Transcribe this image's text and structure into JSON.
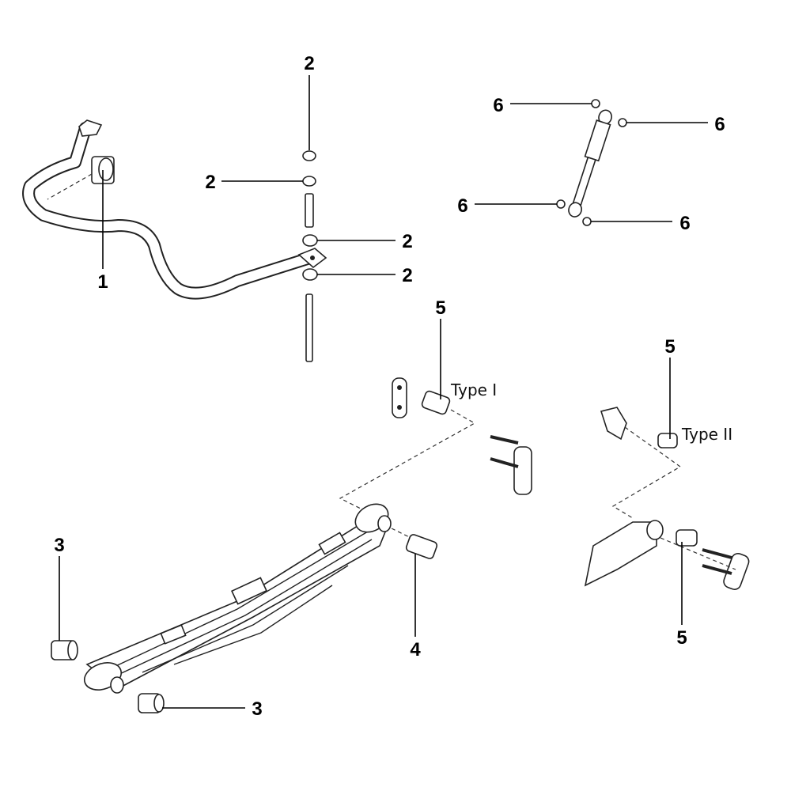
{
  "diagram": {
    "callouts": {
      "stabilizer_bushing": "1",
      "link_top": "2",
      "link_washer": "2",
      "link_upper_bushing": "2",
      "link_lower_bushing": "2",
      "spring_front_bushing_a": "3",
      "spring_front_bushing_b": "3",
      "spring_rear_bushing": "4",
      "shackle_type1_bushing": "5",
      "shackle_type2_bushing": "5",
      "shackle_type2_lower_bushing": "5",
      "shock_top_left": "6",
      "shock_top_right": "6",
      "shock_bottom_left": "6",
      "shock_bottom_right": "6"
    },
    "type_labels": {
      "type1": "Type I",
      "type2": "Type II"
    }
  }
}
